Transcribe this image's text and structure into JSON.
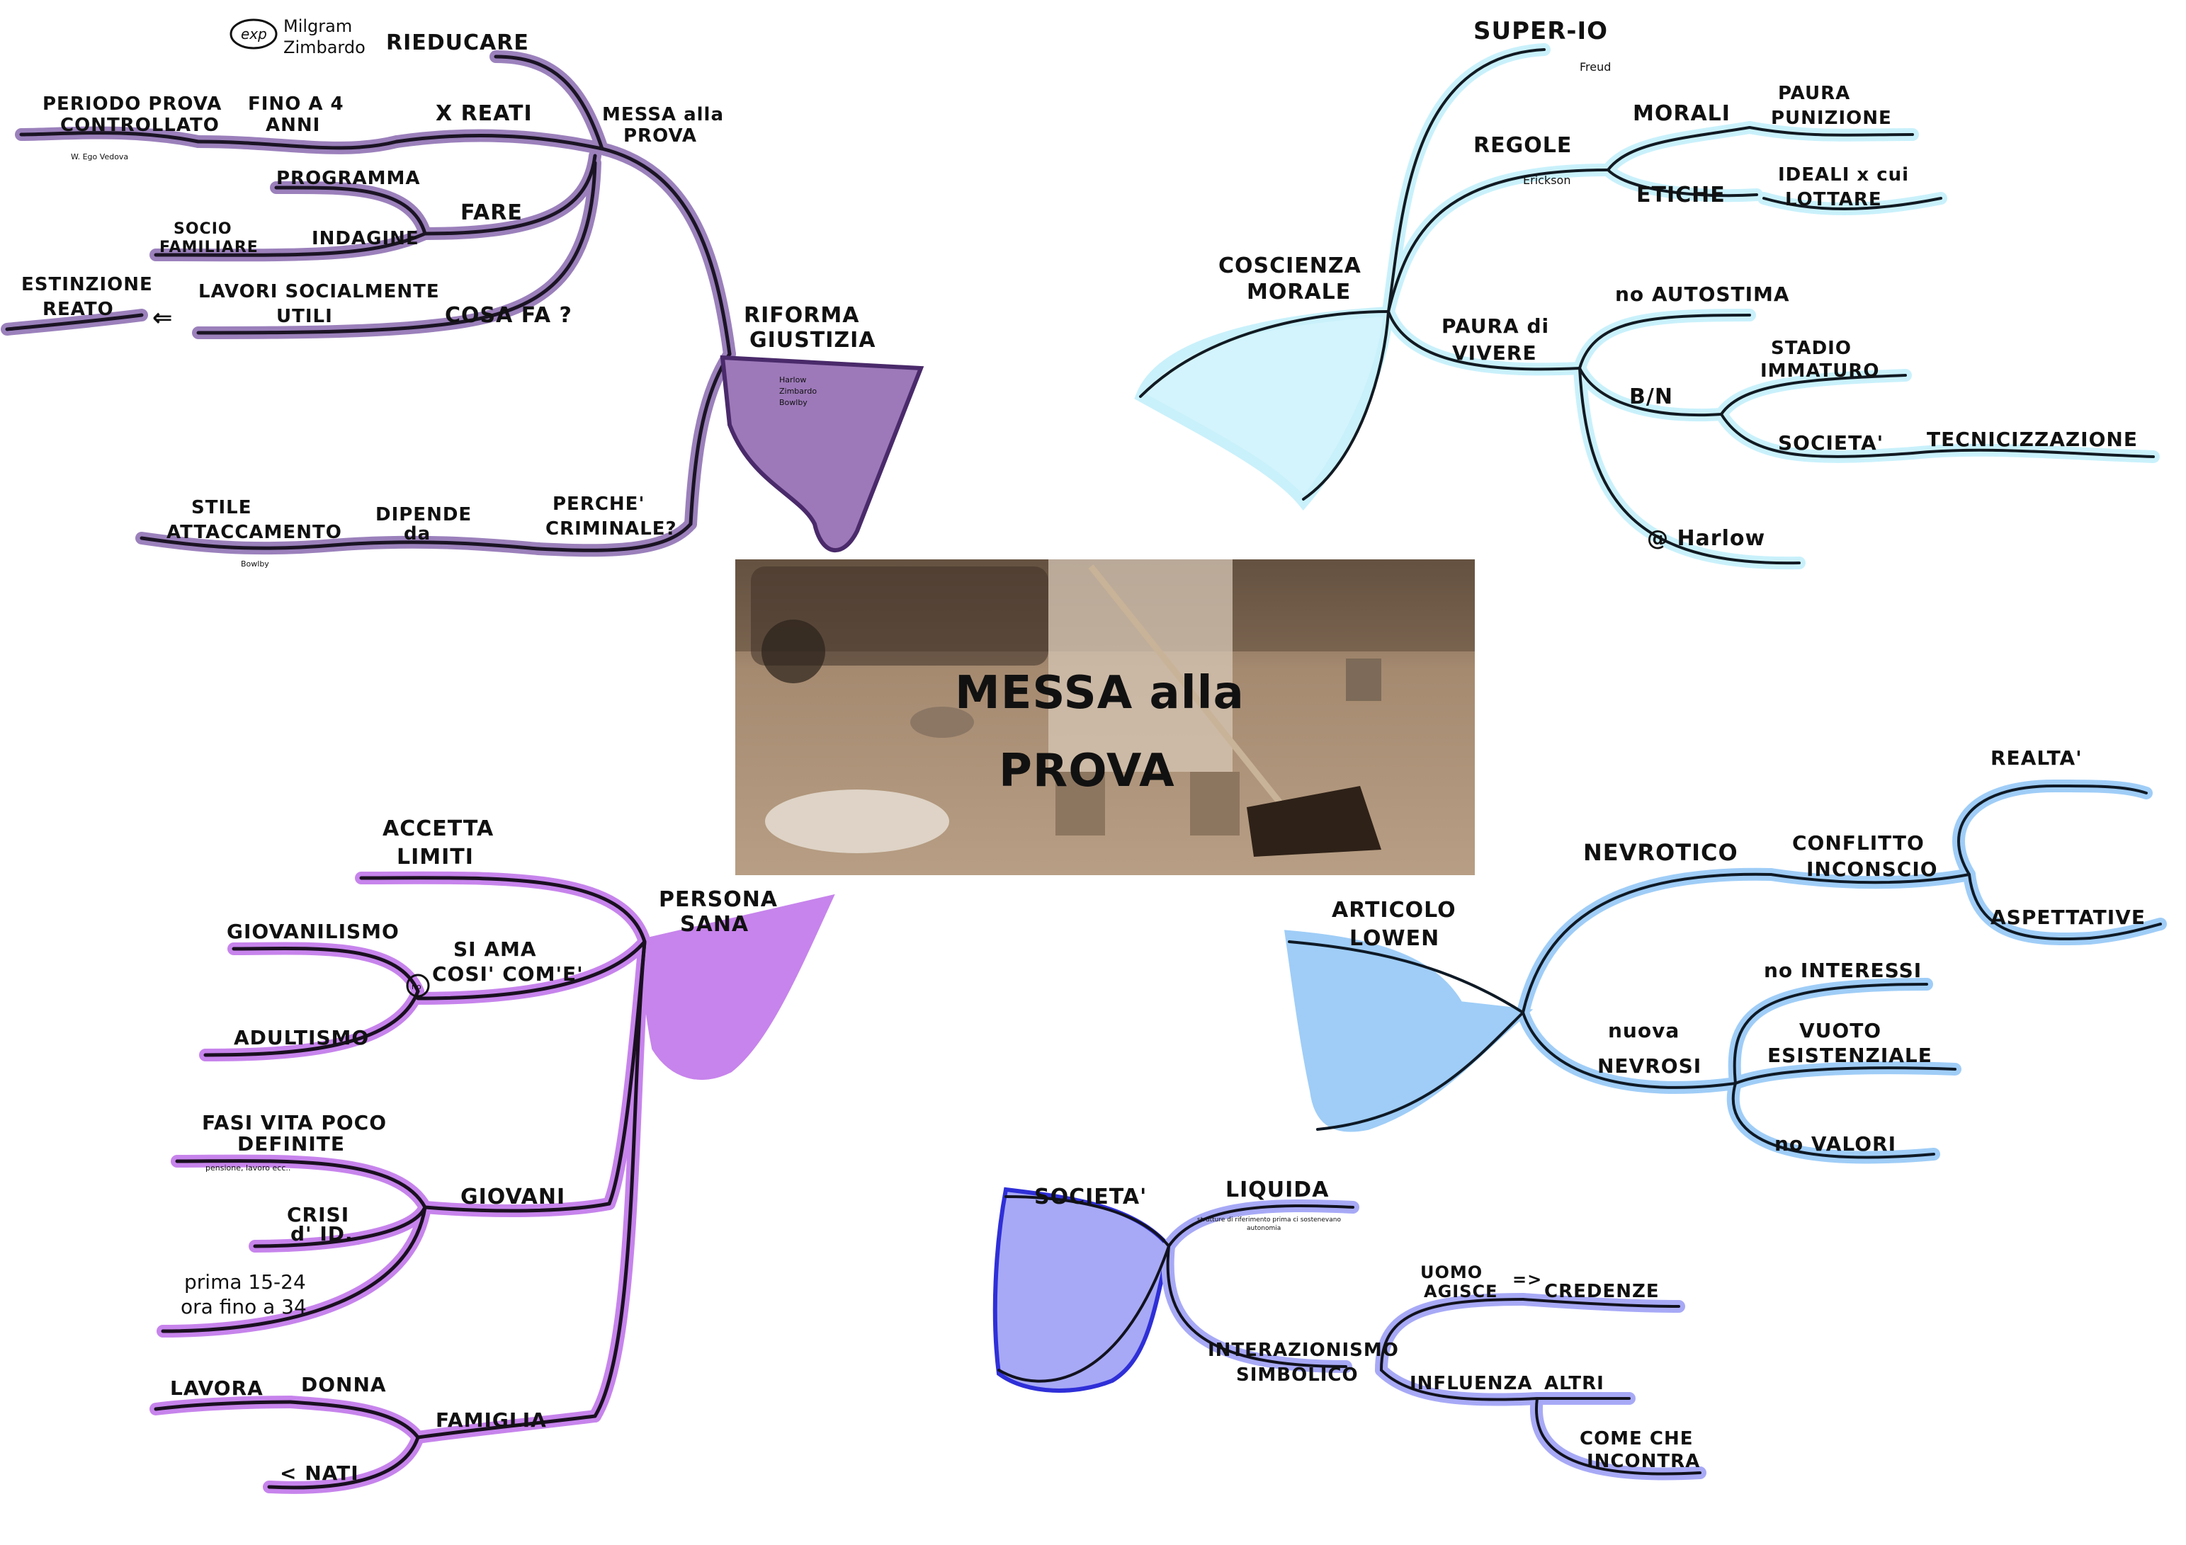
{
  "center": {
    "title_line1": "MESSA alla",
    "title_line2": "PROVA"
  },
  "colors": {
    "purple_dark": "#8a6bb0",
    "purple_fill": "#9d79b9",
    "light_blue": "#c9f1fb",
    "violet": "#c784ec",
    "sky_blue": "#9fcdf7",
    "periwinkle": "#a7a9f6",
    "sepia": "#a08468"
  },
  "branches": {
    "riforma": {
      "root": [
        "RIFORMA",
        "GIUSTIZIA"
      ],
      "root_note": [
        "Harlow",
        "Zimbardo",
        "Bowlby"
      ],
      "messa": [
        "MESSA alla",
        "PROVA"
      ],
      "rieducare": "RIEDUCARE",
      "exp_badge": "exp",
      "exp_names": [
        "Milgram",
        "Zimbardo"
      ],
      "x_reati": "X REATI",
      "fino": [
        "FINO A 4",
        "ANNI"
      ],
      "periodo": [
        "PERIODO PROVA",
        "CONTROLLATO"
      ],
      "periodo_note": "W. Ego Vedova",
      "fare": "FARE",
      "programma": "PROGRAMMA",
      "indagine": "INDAGINE",
      "socio": [
        "SOCIO",
        "FAMILIARE"
      ],
      "cosa_fa": "COSA FA ?",
      "lavori": [
        "LAVORI SOCIALMENTE",
        "UTILI"
      ],
      "arrow": "⇐",
      "estinzione": [
        "ESTINZIONE",
        "REATO"
      ],
      "perche": [
        "PERCHE'",
        "CRIMINALE?"
      ],
      "dipende": [
        "DIPENDE",
        "da"
      ],
      "stile": [
        "STILE",
        "ATTACCAMENTO"
      ],
      "stile_note": "Bowlby"
    },
    "coscienza": {
      "root": [
        "COSCIENZA",
        "MORALE"
      ],
      "super_io": "SUPER-IO",
      "super_io_note": "Freud",
      "regole": "REGOLE",
      "regole_note": "Erickson",
      "morali": "MORALI",
      "paura_punizione": [
        "PAURA",
        "PUNIZIONE"
      ],
      "etiche": "ETICHE",
      "ideali": [
        "IDEALI x cui",
        "LOTTARE"
      ],
      "paura_vivere": [
        "PAURA di",
        "VIVERE"
      ],
      "no_autostima": "no AUTOSTIMA",
      "bn": "B/N",
      "stadio": [
        "STADIO",
        "IMMATURO"
      ],
      "societa": "SOCIETA'",
      "tecnicizzazione": "TECNICIZZAZIONE",
      "harlow": "@ Harlow"
    },
    "persona": {
      "root": [
        "PERSONA",
        "SANA"
      ],
      "accetta": [
        "ACCETTA",
        "LIMITI"
      ],
      "si_ama": [
        "SI AMA",
        "COSI' COM'E'"
      ],
      "no_badge": "no",
      "giovanilismo": "GIOVANILISMO",
      "adultismo": "ADULTISMO",
      "giovani": "GIOVANI",
      "fasi": [
        "FASI VITA POCO",
        "DEFINITE"
      ],
      "fasi_note": "pensione, lavoro ecc..",
      "crisi": [
        "CRISI",
        "d' ID."
      ],
      "prima": [
        "prima 15-24",
        "ora fino a 34"
      ],
      "famiglia": "FAMIGLIA",
      "donna": "DONNA",
      "lavora": "LAVORA",
      "nati": "< NATI"
    },
    "articolo": {
      "root": [
        "ARTICOLO",
        "LOWEN"
      ],
      "nevrotico": "NEVROTICO",
      "conflitto": [
        "CONFLITTO",
        "INCONSCIO"
      ],
      "realta": "REALTA'",
      "aspettative": "ASPETTATIVE",
      "nuova_nevrosi": [
        "nuova",
        "NEVROSI"
      ],
      "no_interessi": "no INTERESSI",
      "vuoto": [
        "VUOTO",
        "ESISTENZIALE"
      ],
      "no_valori": "no VALORI"
    },
    "societa": {
      "root": "SOCIETA'",
      "liquida": "LIQUIDA",
      "liquida_note": [
        "strutture di riferimento prima ci sostenevano",
        "autonomia"
      ],
      "interazionismo": [
        "INTERAZIONISMO",
        "SIMBOLICO"
      ],
      "uomo": [
        "UOMO",
        "AGISCE"
      ],
      "implica": "=>",
      "credenze": "CREDENZE",
      "influenza": "INFLUENZA",
      "altri": "ALTRI",
      "come": [
        "COME CHE",
        "INCONTRA"
      ]
    }
  }
}
